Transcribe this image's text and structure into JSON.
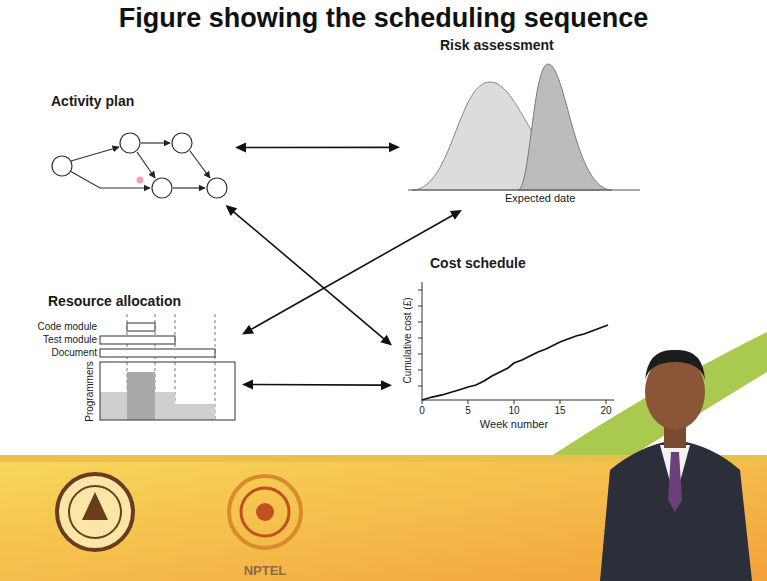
{
  "diagram": {
    "title": "Figure showing the scheduling sequence",
    "nodes": [
      {
        "text": [
          "Activity plan"
        ]
      },
      {
        "text": [
          "Risk assessment"
        ]
      },
      {
        "text": [
          "Resource allocation"
        ]
      },
      {
        "text": [
          "Cost schedule"
        ]
      }
    ],
    "edges": [
      {
        "from": 0,
        "to": 1,
        "arrow": "both"
      },
      {
        "from": 0,
        "to": 3,
        "arrow": "both"
      },
      {
        "from": 1,
        "to": 2,
        "arrow": "both"
      },
      {
        "from": 2,
        "to": 3,
        "arrow": "both"
      }
    ],
    "labels": [
      "Expected date",
      "Code module",
      "Test module",
      "Document",
      "Programmers",
      "Cumulative cost (£)",
      "0",
      "5",
      "10",
      "15",
      "20",
      "Week number",
      "NPTEL"
    ]
  }
}
